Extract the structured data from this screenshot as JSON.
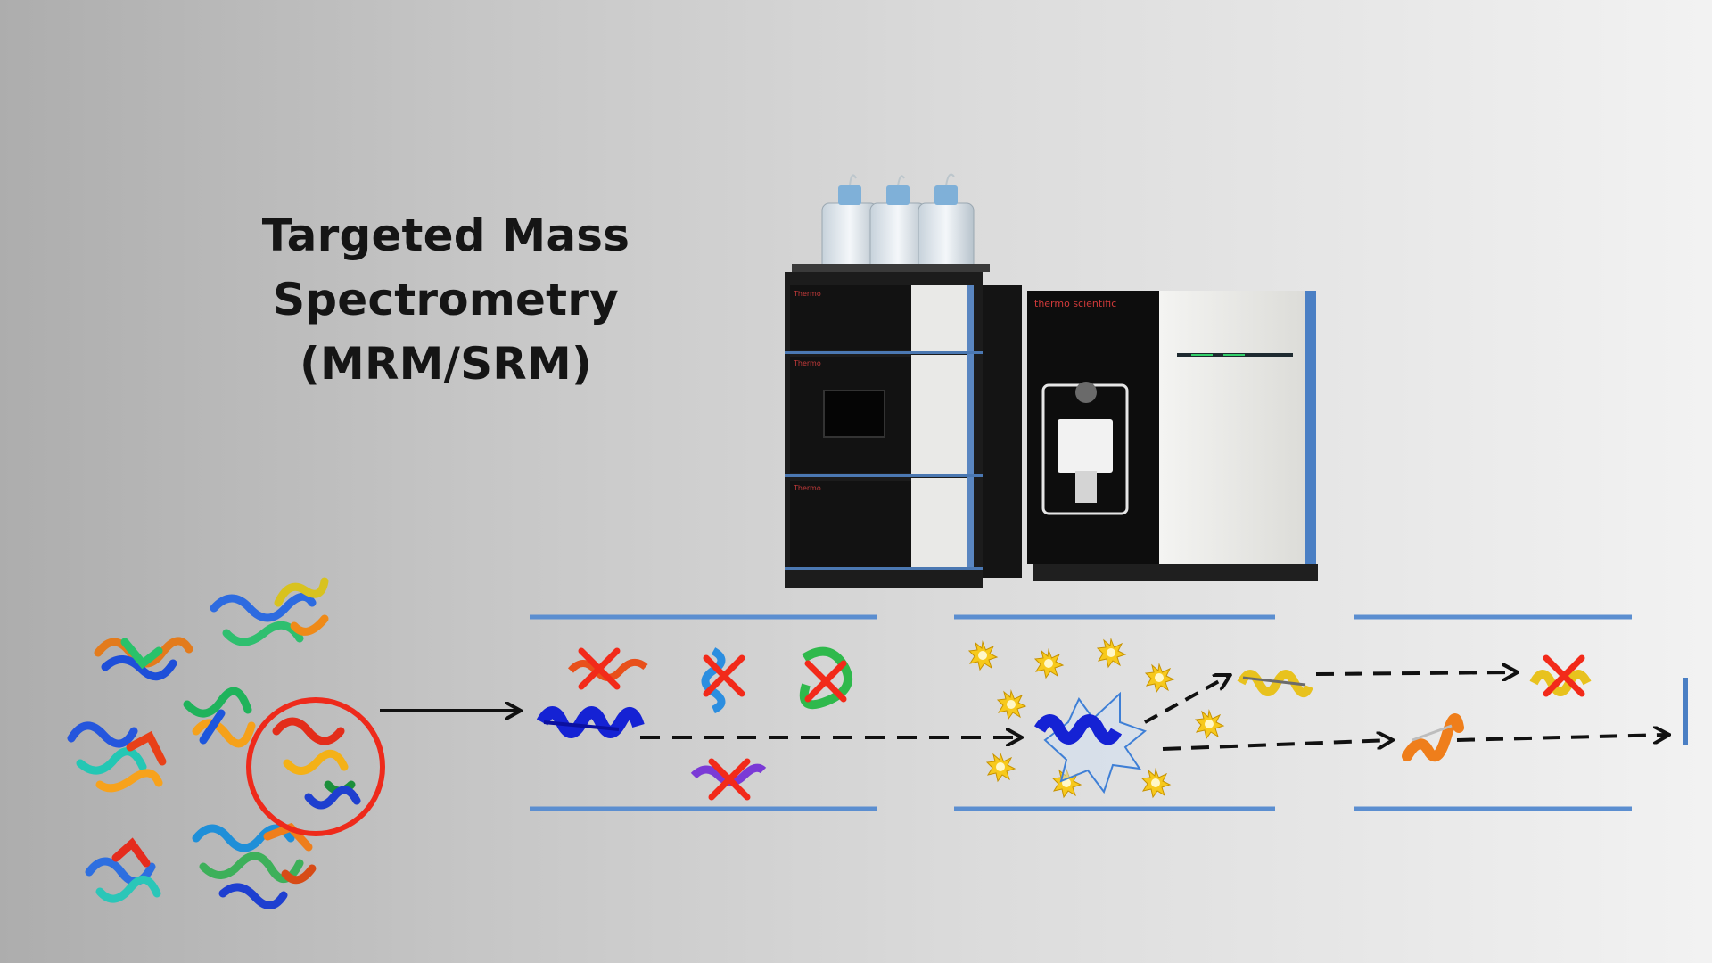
{
  "title": {
    "line1": "Targeted Mass Spectrometry",
    "line2": "(MRM/SRM)"
  },
  "instrument": {
    "brand_label": "thermo scientific",
    "lc_module_labels": [
      "Thermo",
      "Thermo",
      "Thermo"
    ]
  },
  "colors": {
    "background_left": "#adadad",
    "background_right": "#f2f2f2",
    "quadrupole_rods": "#5b8ed0",
    "arrow": "#111111",
    "reject_cross": "#f22a1a",
    "highlight_circle": "#ee2a1b",
    "ionization_sparkle": "#f5c518",
    "detector": "#4a7fc4"
  },
  "icons": {
    "proteome": "protein-mixture-icon",
    "target": "target-peptide-icon",
    "reject": "red-x-icon",
    "ionization": "sun-sparkle-icon",
    "collision": "collision-burst-icon",
    "fragment": "fragment-ion-icon",
    "detector": "detector-icon"
  }
}
